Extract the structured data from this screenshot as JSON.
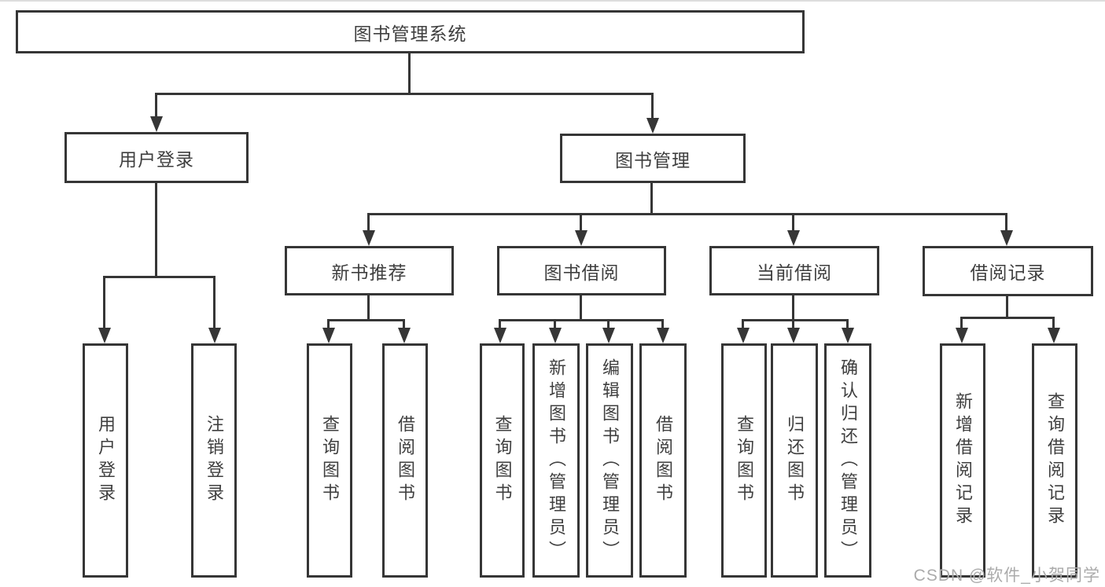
{
  "diagram_title": "图书管理系统",
  "tree": {
    "label": "图书管理系统",
    "children": [
      {
        "label": "用户登录",
        "children": [
          {
            "label": "用户登录"
          },
          {
            "label": "注销登录"
          }
        ]
      },
      {
        "label": "图书管理",
        "children": [
          {
            "label": "新书推荐",
            "children": [
              {
                "label": "查询图书"
              },
              {
                "label": "借阅图书"
              }
            ]
          },
          {
            "label": "图书借阅",
            "children": [
              {
                "label": "查询图书"
              },
              {
                "label": "新增图书（管理员）"
              },
              {
                "label": "编辑图书（管理员）"
              },
              {
                "label": "借阅图书"
              }
            ]
          },
          {
            "label": "当前借阅",
            "children": [
              {
                "label": "查询图书"
              },
              {
                "label": "归还图书"
              },
              {
                "label": "确认归还（管理员）"
              }
            ]
          },
          {
            "label": "借阅记录",
            "children": [
              {
                "label": "新增借阅记录"
              },
              {
                "label": "查询借阅记录"
              }
            ]
          }
        ]
      }
    ]
  },
  "watermark": "CSDN @软件_小贺同学",
  "colors": {
    "line": "#363636",
    "text": "#3f3f3f",
    "watermark": "#ababab",
    "background": "#ffffff"
  }
}
